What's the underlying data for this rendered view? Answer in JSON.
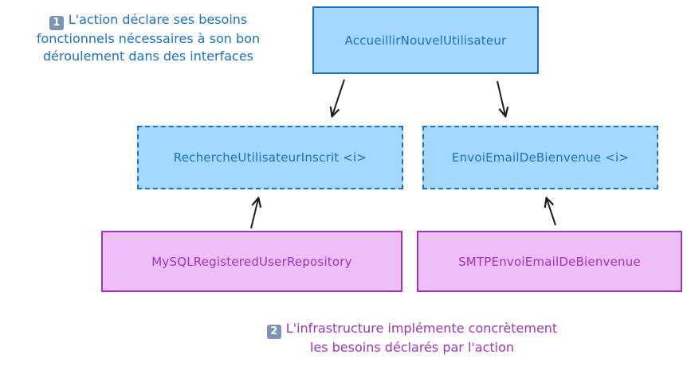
{
  "annotations": {
    "action_note": {
      "number": "1",
      "lines": [
        "L'action déclare ses besoins",
        "fonctionnels nécessaires à son bon",
        "déroulement dans des interfaces"
      ]
    },
    "infra_note": {
      "number": "2",
      "lines": [
        "L'infrastructure implémente concrètement",
        "les besoins déclarés par l'action"
      ]
    }
  },
  "nodes": {
    "action": "AccueillirNouvelUtilisateur",
    "interface_search": "RechercheUtilisateurInscrit <i>",
    "interface_email": "EnvoiEmailDeBienvenue <i>",
    "impl_mysql": "MySQLRegisteredUserRepository",
    "impl_smtp": "SMTPEnvoiEmailDeBienvenue"
  },
  "colors": {
    "action_blue": "#1971c2",
    "box_blue_fill": "#a5d8ff",
    "infra_purple": "#9c36b5",
    "box_purple_fill": "#eebefa",
    "badge": "#7d93b5"
  }
}
